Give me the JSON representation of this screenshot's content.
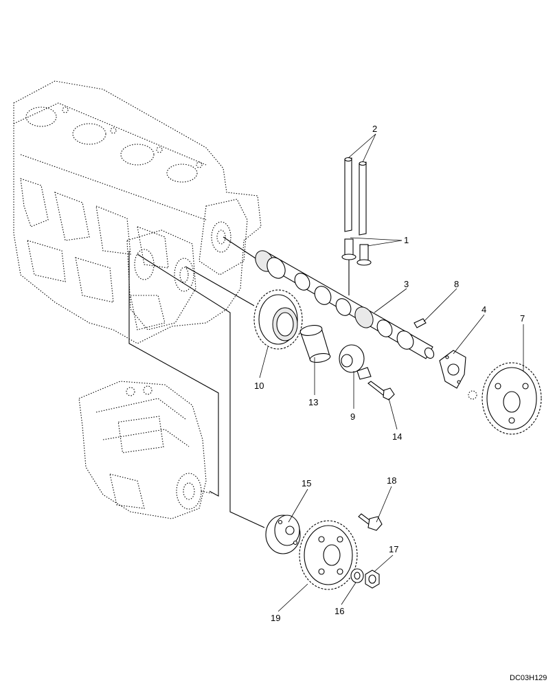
{
  "diagram": {
    "drawing_code": "DC03H129",
    "callouts": [
      "1",
      "2",
      "3",
      "4",
      "7",
      "8",
      "9",
      "10",
      "13",
      "14",
      "15",
      "16",
      "17",
      "18",
      "19"
    ]
  }
}
